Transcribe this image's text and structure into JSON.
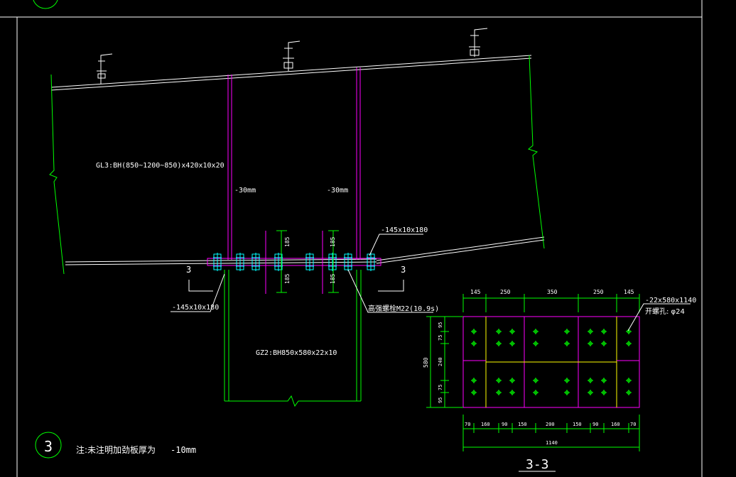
{
  "beam": {
    "label": "GL3:BH(850~1200~850)x420x10x20",
    "stiffener_left": "-30mm",
    "stiffener_right": "-30mm"
  },
  "plates": {
    "top_right": "-145x10x180",
    "bottom_left": "-145x10x180"
  },
  "bolt_note": {
    "label": "高强螺栓",
    "spec": "M22(10.9s)"
  },
  "column": {
    "label": "GZ2:BH850x580x22x10"
  },
  "bolt_dims": {
    "upper": "185",
    "lower": "185"
  },
  "section_markers": {
    "left": "3",
    "right": "3"
  },
  "detail_number": "3",
  "note": {
    "text": "注:未注明加劲板厚为",
    "value": "-10mm"
  },
  "section_view": {
    "title": "3-3",
    "plate_label": "-22x580x1140",
    "hole_label": "开螺孔: φ24",
    "top_dims": [
      "145",
      "250",
      "350",
      "250",
      "145"
    ],
    "bottom_dims": [
      "70",
      "160",
      "90",
      "150",
      "200",
      "150",
      "90",
      "160",
      "70"
    ],
    "total_width": "1140",
    "height_total": "580",
    "left_dims": [
      "95",
      "75",
      "240",
      "75",
      "95"
    ]
  },
  "colors": {
    "white": "#ffffff",
    "magenta": "#ff00ff",
    "green": "#00ff00",
    "cyan": "#00ffff",
    "yellow": "#ffff00"
  }
}
